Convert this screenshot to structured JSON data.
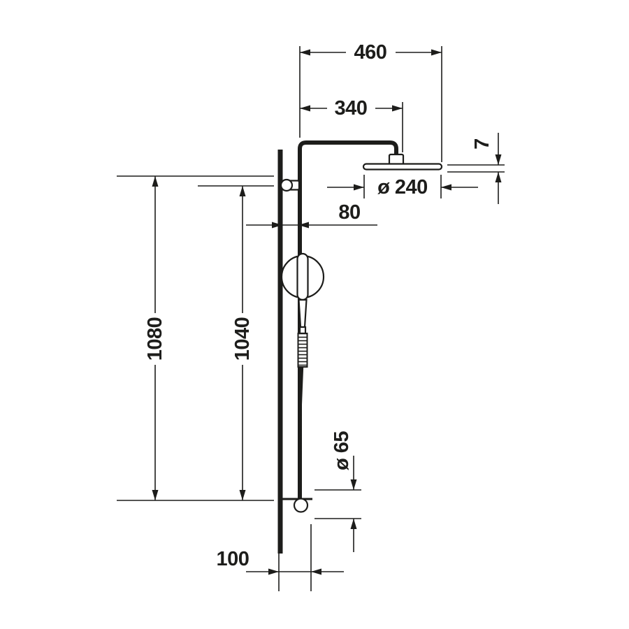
{
  "drawing": {
    "type": "shower-system-dimensional-drawing",
    "line_color": "#1d1d1b",
    "background_color": "#ffffff"
  },
  "labels": {
    "total_width": "460",
    "head_center_offset": "340",
    "head_thickness": "7",
    "head_diameter": "ø 240",
    "pipe_wall_offset": "80",
    "overall_height": "1080",
    "bar_height": "1040",
    "handshower_diameter": "ø 65",
    "bottom_wall_offset": "100"
  }
}
